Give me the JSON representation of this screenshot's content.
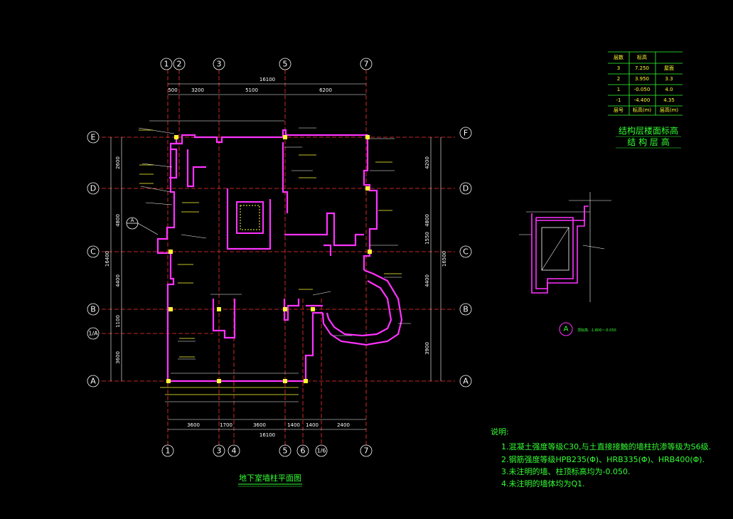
{
  "colors": {
    "background": "#000000",
    "axis_line": "#ff3333",
    "wall": "#ff33ff",
    "dimension": "#ffffff",
    "annotation_text": "#ffffff",
    "detail_line": "#33ff33",
    "column_fill": "#ffff33",
    "notes": "#33ff33",
    "table_text": "#ffff33"
  },
  "plan": {
    "title": "地下室墙柱平面图",
    "top_axes": [
      "1",
      "2",
      "3",
      "5",
      "7"
    ],
    "bottom_axes": [
      "1",
      "3",
      "4",
      "5",
      "6",
      "1/6",
      "7"
    ],
    "left_axes": [
      "E",
      "D",
      "C",
      "B",
      "1/A",
      "A"
    ],
    "right_axes": [
      "F",
      "D",
      "C",
      "B",
      "A"
    ],
    "section_marker": "A",
    "top_dims": {
      "overall": "16100",
      "segments": [
        "500",
        "3200",
        "5100",
        "6200"
      ]
    },
    "bottom_dims": {
      "overall": "16100",
      "segments": [
        "3600",
        "1700",
        "3600",
        "1400",
        "1400",
        "2400"
      ]
    },
    "left_dims": {
      "overall": "16400",
      "segments": [
        "2600",
        "4800",
        "4400",
        "1100",
        "3600"
      ]
    },
    "right_dims": {
      "overall": "16500",
      "segments": [
        "4200",
        "4800",
        "1550",
        "4400",
        "3900"
      ]
    }
  },
  "level_table": {
    "title_line1": "结构层楼面标高",
    "title_line2": "结 构 层 高",
    "header": [
      "层数",
      "标高"
    ],
    "rows": [
      [
        "3",
        "7.250",
        "屋面"
      ],
      [
        "2",
        "3.950",
        "3.3"
      ],
      [
        "1",
        "-0.050",
        "4.0"
      ],
      [
        "-1",
        "-4.400",
        "4.35"
      ]
    ],
    "footer": [
      "层号",
      "标高(m)",
      "层高(m)"
    ]
  },
  "detail": {
    "marker": "A",
    "caption": "顶标高: -1.800~-0.050"
  },
  "notes": {
    "heading": "说明:",
    "items": [
      "1.混凝土强度等级C30,与土直接接触的墙柱抗渗等级为S6级.",
      "2.钢筋强度等级HPB235(Φ)、HRB335(Φ)、HRB400(Φ).",
      "3.未注明的墙、柱顶标高均为-0.050.",
      "4.未注明的墙体均为Q1."
    ]
  }
}
